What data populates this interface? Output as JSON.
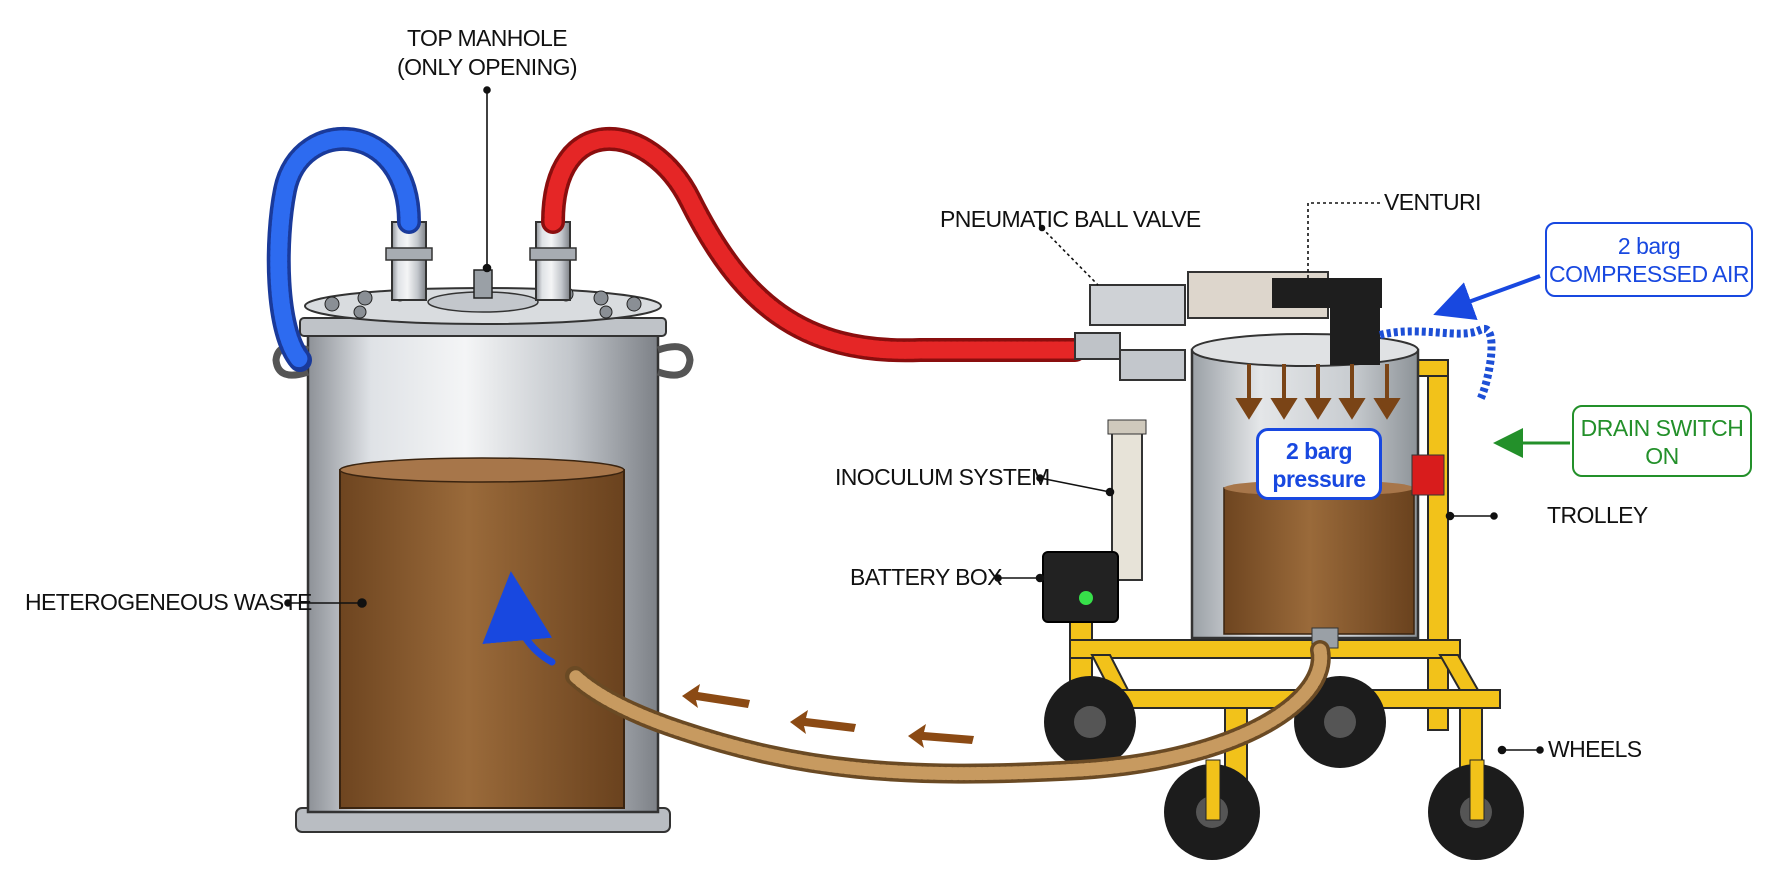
{
  "labels": {
    "top_manhole_line1": "TOP MANHOLE",
    "top_manhole_line2": "(ONLY OPENING)",
    "heterogeneous_waste": "HETEROGENEOUS WASTE",
    "pneumatic_ball_valve": "PNEUMATIC BALL VALVE",
    "venturi": "VENTURI",
    "inoculum_system": "INOCULUM SYSTEM",
    "battery_box": "BATTERY BOX",
    "trolley": "TROLLEY",
    "wheels": "WHEELS"
  },
  "callouts": {
    "compressed_air_line1": "2 barg",
    "compressed_air_line2": "COMPRESSED AIR",
    "drain_switch_line1": "DRAIN SWITCH",
    "drain_switch_line2": "ON",
    "pressure_line1": "2 barg",
    "pressure_line2": "pressure"
  },
  "colors": {
    "blue_hose": "#1d4fd6",
    "red_hose": "#d81c1c",
    "waste_brown": "#8a5a2b",
    "steel": "#c9cdd2",
    "trolley_yellow": "#f2c21a",
    "callout_blue": "#1848e0",
    "callout_green": "#23902a",
    "flow_arrow_brown": "#8b4a14"
  },
  "icons": [
    "flow-arrow-icon",
    "battery-status-led-icon"
  ]
}
